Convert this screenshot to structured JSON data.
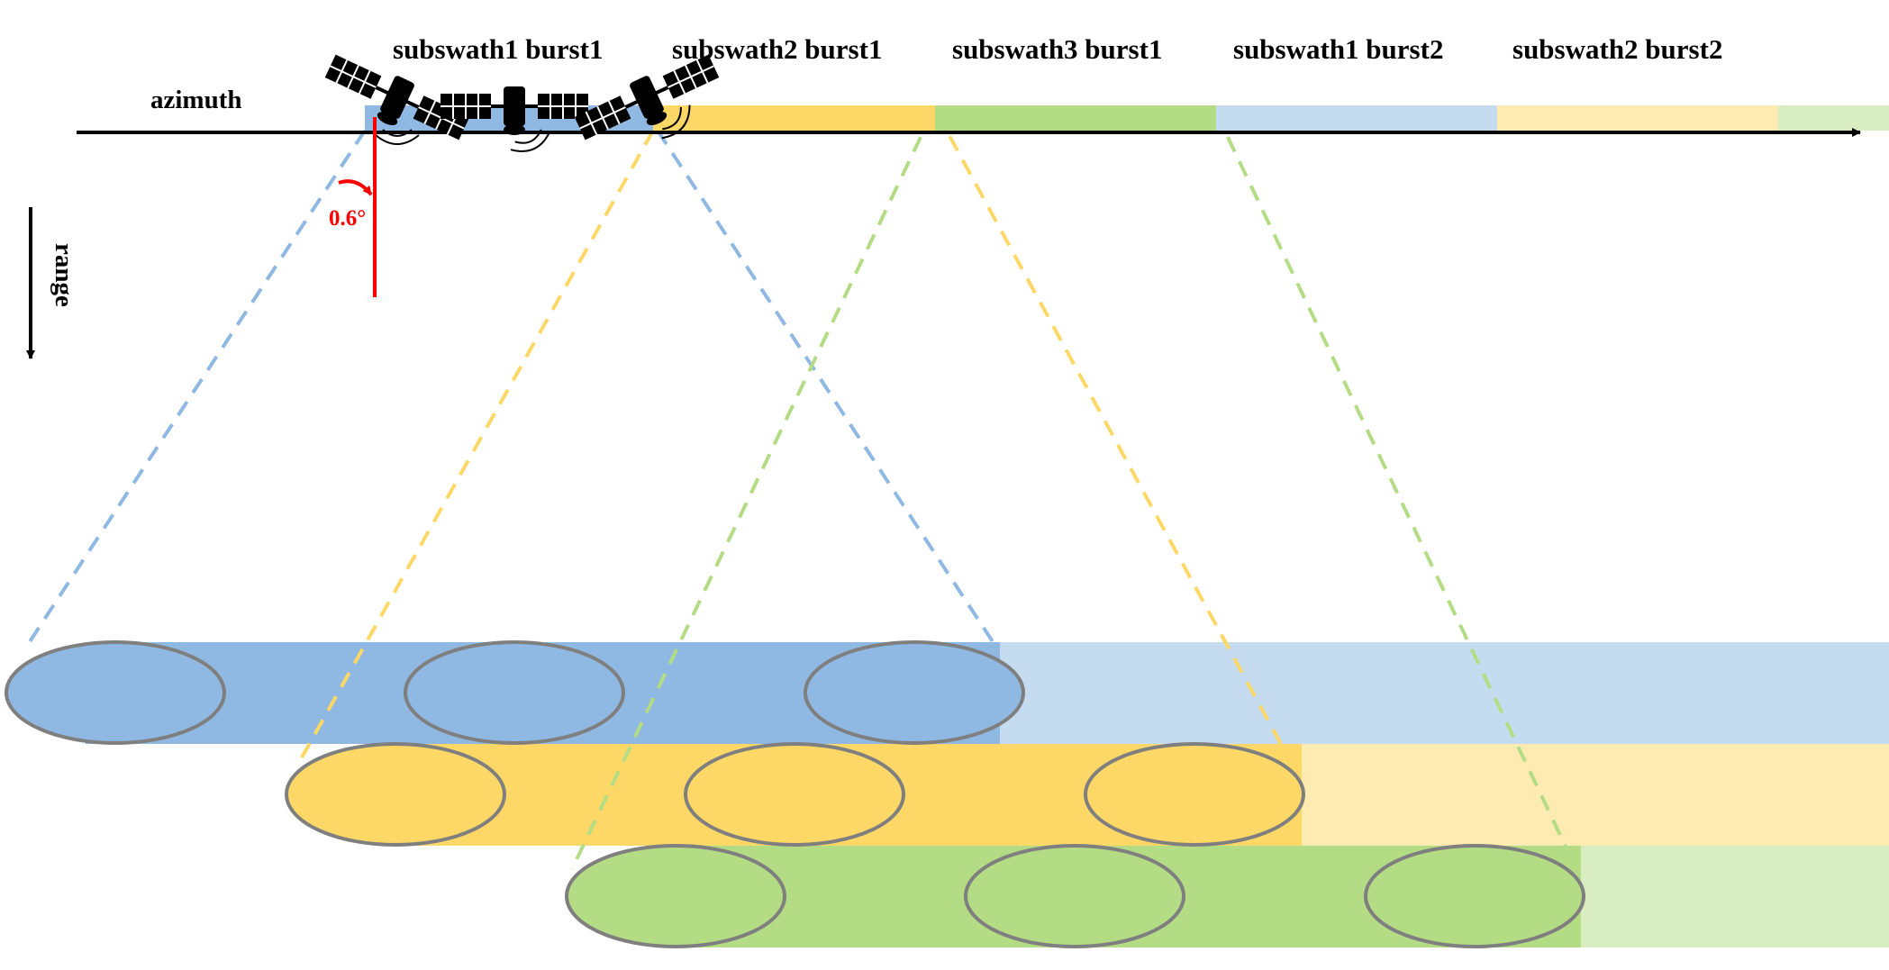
{
  "axes": {
    "azimuth_label": "azimuth",
    "range_label": "range"
  },
  "burst_labels": [
    "subswath1 burst1",
    "subswath2 burst1",
    "subswath3 burst1",
    "subswath1 burst2",
    "subswath2 burst2"
  ],
  "angle_label": "0.6°",
  "colors": {
    "subswath1": "#8fb8e2",
    "subswath1_light": "#c5dbf0",
    "subswath2": "#fdd866",
    "subswath2_light": "#fdebb2",
    "subswath3": "#b3dc85",
    "subswath3_light": "#d8edc2",
    "ellipse_stroke": "#7f7f7f",
    "angle": "#ff0000"
  }
}
